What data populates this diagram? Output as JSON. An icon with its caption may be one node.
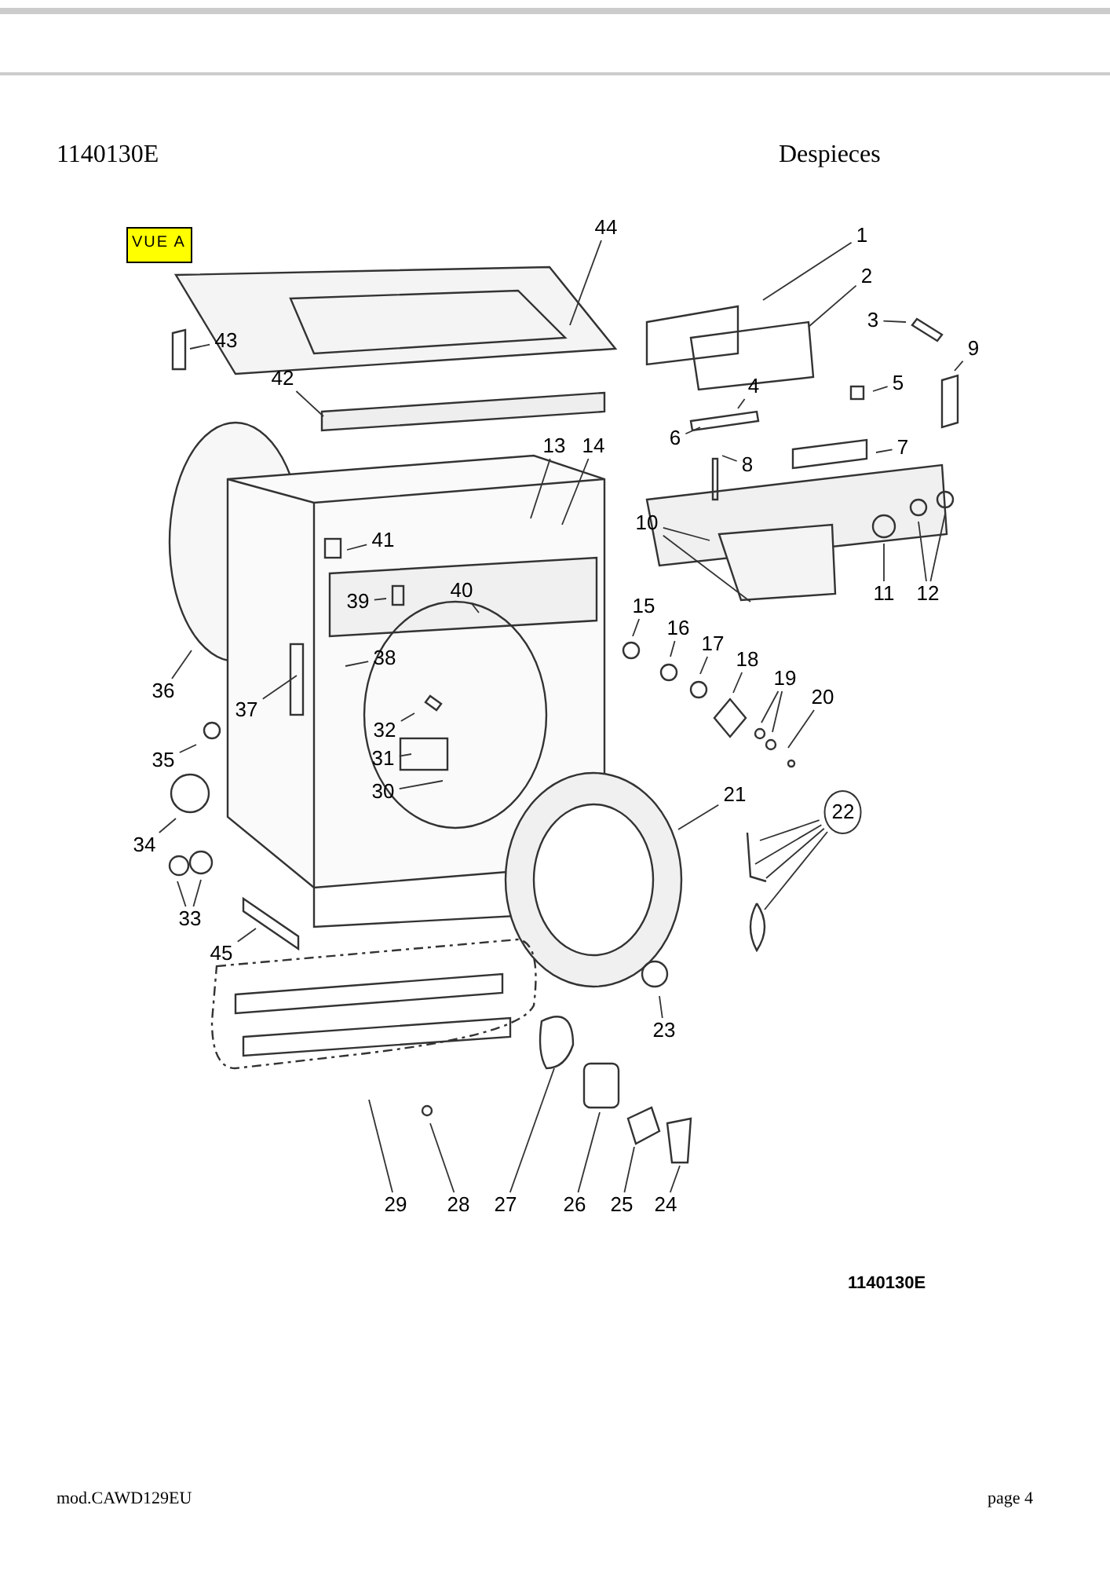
{
  "diagram": {
    "nodes": [
      {
        "text": [
          "1"
        ]
      },
      {
        "text": [
          "2"
        ]
      },
      {
        "text": [
          "3"
        ]
      },
      {
        "text": [
          "4"
        ]
      },
      {
        "text": [
          "5"
        ]
      },
      {
        "text": [
          "6"
        ]
      },
      {
        "text": [
          "7"
        ]
      },
      {
        "text": [
          "8"
        ]
      },
      {
        "text": [
          "9"
        ]
      },
      {
        "text": [
          "10"
        ]
      },
      {
        "text": [
          "11"
        ]
      },
      {
        "text": [
          "12"
        ]
      },
      {
        "text": [
          "13"
        ]
      },
      {
        "text": [
          "14"
        ]
      },
      {
        "text": [
          "15"
        ]
      },
      {
        "text": [
          "16"
        ]
      },
      {
        "text": [
          "17"
        ]
      },
      {
        "text": [
          "18"
        ]
      },
      {
        "text": [
          "19"
        ]
      },
      {
        "text": [
          "20"
        ]
      },
      {
        "text": [
          "21"
        ]
      },
      {
        "text": [
          "22"
        ]
      },
      {
        "text": [
          "23"
        ]
      },
      {
        "text": [
          "24"
        ]
      },
      {
        "text": [
          "25"
        ]
      },
      {
        "text": [
          "26"
        ]
      },
      {
        "text": [
          "27"
        ]
      },
      {
        "text": [
          "28"
        ]
      },
      {
        "text": [
          "29"
        ]
      },
      {
        "text": [
          "30"
        ]
      },
      {
        "text": [
          "31"
        ]
      },
      {
        "text": [
          "32"
        ]
      },
      {
        "text": [
          "33"
        ]
      },
      {
        "text": [
          "34"
        ]
      },
      {
        "text": [
          "35"
        ]
      },
      {
        "text": [
          "36"
        ]
      },
      {
        "text": [
          "37"
        ]
      },
      {
        "text": [
          "38"
        ]
      },
      {
        "text": [
          "39"
        ]
      },
      {
        "text": [
          "40"
        ]
      },
      {
        "text": [
          "41"
        ]
      },
      {
        "text": [
          "42"
        ]
      },
      {
        "text": [
          "43"
        ]
      },
      {
        "text": [
          "44"
        ]
      },
      {
        "text": [
          "45"
        ]
      }
    ],
    "edges": [
      {
        "from": 0,
        "to": null,
        "arrow": "none"
      },
      {
        "from": 1,
        "to": null,
        "arrow": "none"
      },
      {
        "from": 2,
        "to": null,
        "arrow": "none"
      },
      {
        "from": 3,
        "to": null,
        "arrow": "none"
      },
      {
        "from": 4,
        "to": null,
        "arrow": "none"
      },
      {
        "from": 5,
        "to": null,
        "arrow": "none"
      },
      {
        "from": 6,
        "to": null,
        "arrow": "none"
      },
      {
        "from": 7,
        "to": null,
        "arrow": "none"
      },
      {
        "from": 8,
        "to": null,
        "arrow": "none"
      },
      {
        "from": 9,
        "to": null,
        "arrow": "none"
      },
      {
        "from": 9,
        "to": null,
        "arrow": "none"
      },
      {
        "from": 10,
        "to": null,
        "arrow": "none"
      },
      {
        "from": 11,
        "to": null,
        "arrow": "none"
      },
      {
        "from": 11,
        "to": null,
        "arrow": "none"
      },
      {
        "from": 12,
        "to": null,
        "arrow": "none"
      },
      {
        "from": 13,
        "to": null,
        "arrow": "none"
      },
      {
        "from": 14,
        "to": null,
        "arrow": "none"
      },
      {
        "from": 15,
        "to": null,
        "arrow": "none"
      },
      {
        "from": 16,
        "to": null,
        "arrow": "none"
      },
      {
        "from": 17,
        "to": null,
        "arrow": "none"
      },
      {
        "from": 18,
        "to": null,
        "arrow": "none"
      },
      {
        "from": 18,
        "to": null,
        "arrow": "none"
      },
      {
        "from": 19,
        "to": null,
        "arrow": "none"
      },
      {
        "from": 20,
        "to": null,
        "arrow": "none"
      },
      {
        "from": 21,
        "to": null,
        "arrow": "none"
      },
      {
        "from": 21,
        "to": null,
        "arrow": "none"
      },
      {
        "from": 21,
        "to": null,
        "arrow": "none"
      },
      {
        "from": 21,
        "to": null,
        "arrow": "none"
      },
      {
        "from": 22,
        "to": null,
        "arrow": "none"
      },
      {
        "from": 23,
        "to": null,
        "arrow": "none"
      },
      {
        "from": 24,
        "to": null,
        "arrow": "none"
      },
      {
        "from": 25,
        "to": null,
        "arrow": "none"
      },
      {
        "from": 26,
        "to": null,
        "arrow": "none"
      },
      {
        "from": 27,
        "to": null,
        "arrow": "none"
      },
      {
        "from": 28,
        "to": null,
        "arrow": "none"
      },
      {
        "from": 29,
        "to": null,
        "arrow": "none"
      },
      {
        "from": 30,
        "to": null,
        "arrow": "none"
      },
      {
        "from": 31,
        "to": null,
        "arrow": "none"
      },
      {
        "from": 32,
        "to": null,
        "arrow": "none"
      },
      {
        "from": 32,
        "to": null,
        "arrow": "none"
      },
      {
        "from": 33,
        "to": null,
        "arrow": "none"
      },
      {
        "from": 34,
        "to": null,
        "arrow": "none"
      },
      {
        "from": 35,
        "to": null,
        "arrow": "none"
      },
      {
        "from": 36,
        "to": null,
        "arrow": "none"
      },
      {
        "from": 37,
        "to": null,
        "arrow": "none"
      },
      {
        "from": 38,
        "to": null,
        "arrow": "none"
      },
      {
        "from": 39,
        "to": null,
        "arrow": "none"
      },
      {
        "from": 40,
        "to": null,
        "arrow": "none"
      },
      {
        "from": 41,
        "to": null,
        "arrow": "none"
      },
      {
        "from": 42,
        "to": null,
        "arrow": "none"
      },
      {
        "from": 43,
        "to": null,
        "arrow": "none"
      },
      {
        "from": 44,
        "to": null,
        "arrow": "none"
      }
    ],
    "labels": [
      "1140130E",
      "Despieces",
      "VUE A",
      "1140130E",
      "mod.CAWD129EU",
      "page 4"
    ]
  }
}
